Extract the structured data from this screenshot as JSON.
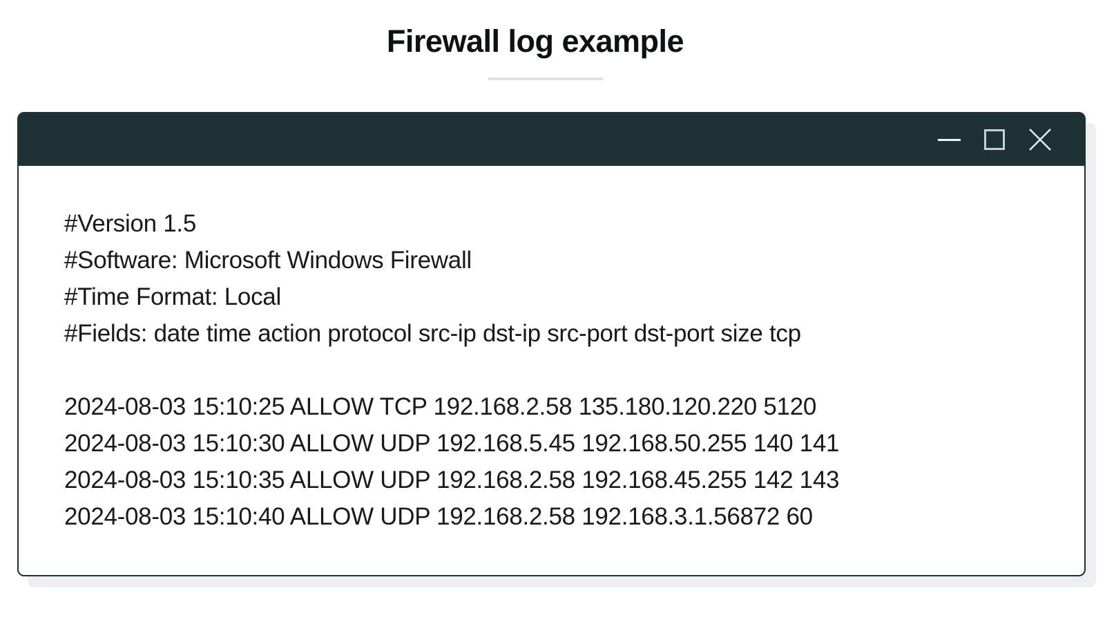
{
  "page": {
    "title": "Firewall log example"
  },
  "colors": {
    "titlebar": "#1d3136",
    "window_border": "#1d3136",
    "window_shadow": "#edeef0",
    "divider": "#e0e0e0",
    "body_text": "#17191b",
    "control_icons": "#e8edee"
  },
  "window": {
    "titlebar": {
      "icons": [
        {
          "name": "minimize-icon",
          "glyph": "—"
        },
        {
          "name": "maximize-icon",
          "glyph": "□"
        },
        {
          "name": "close-icon",
          "glyph": "✕"
        }
      ]
    },
    "log": {
      "header_lines": [
        "#Version 1.5",
        "#Software: Microsoft Windows Firewall",
        "#Time Format: Local",
        "#Fields: date time action protocol src-ip dst-ip src-port dst-port size tcp"
      ],
      "entries": [
        "2024-08-03 15:10:25 ALLOW TCP 192.168.2.58 135.180.120.220 5120",
        "2024-08-03 15:10:30 ALLOW UDP 192.168.5.45 192.168.50.255 140 141",
        "2024-08-03 15:10:35 ALLOW UDP 192.168.2.58 192.168.45.255 142 143",
        "2024-08-03 15:10:40 ALLOW UDP 192.168.2.58 192.168.3.1.56872 60"
      ]
    }
  }
}
